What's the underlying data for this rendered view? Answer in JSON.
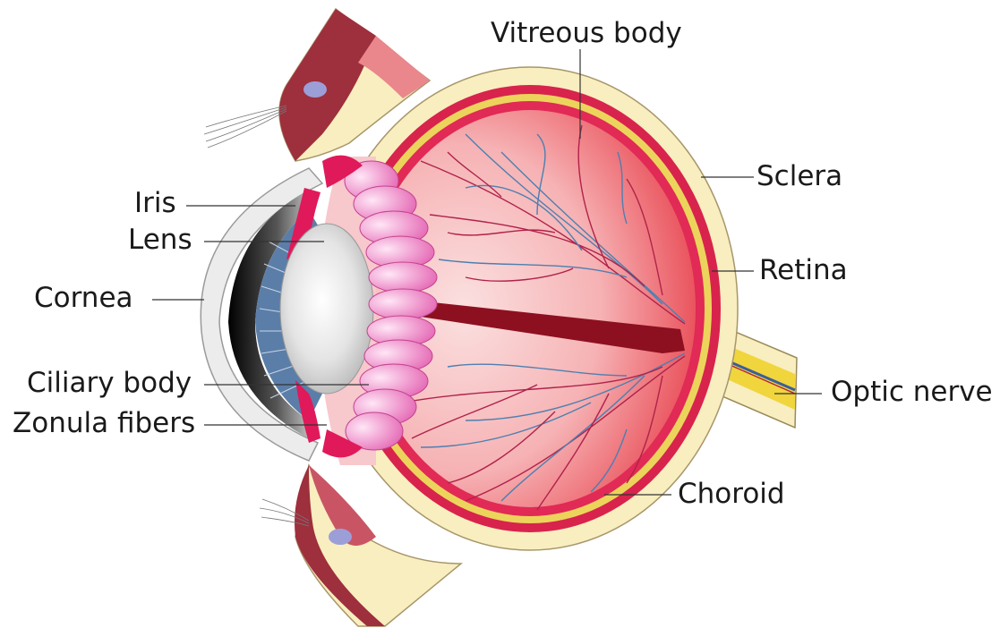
{
  "labels": {
    "vitreous_body": "Vitreous body",
    "sclera": "Sclera",
    "iris": "Iris",
    "lens": "Lens",
    "retina": "Retina",
    "cornea": "Cornea",
    "ciliary_body": "Ciliary body",
    "zonula_fibers": "Zonula fibers",
    "optic_nerve": "Optic nerve",
    "choroid": "Choroid"
  },
  "colors": {
    "sclera": "#f8eebf",
    "choroid": "#e12a55",
    "retina": "#ecd45c",
    "vitreous": "#f2a6a8",
    "vessel_red": "#b1224a",
    "vessel_blue": "#4d7fb0",
    "lens": "#d9d9d9",
    "ciliary": "#f07ec3",
    "eyelid": "#9e2f3d",
    "optic_nerve": "#f0d53d"
  }
}
